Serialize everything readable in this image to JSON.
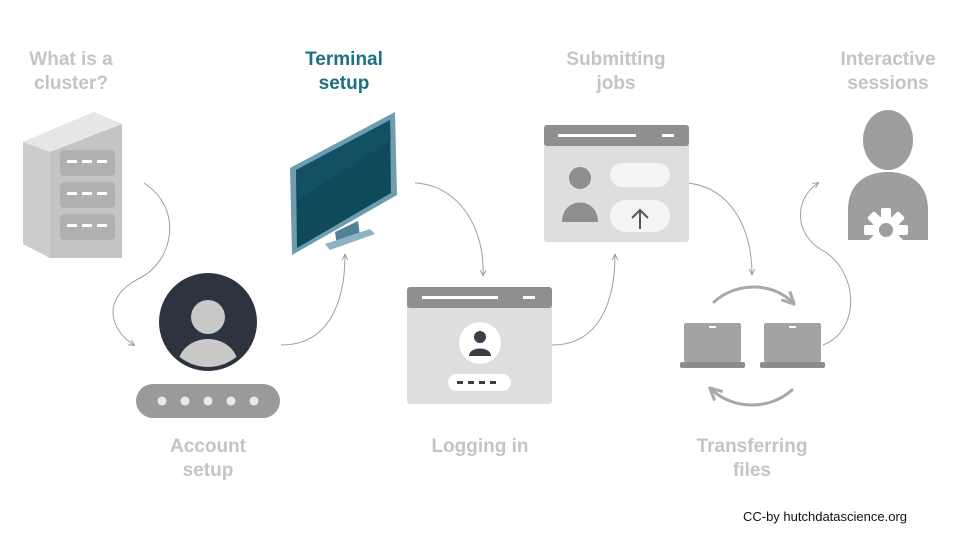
{
  "steps": {
    "cluster": "What is a\ncluster?",
    "account": "Account\nsetup",
    "terminal": "Terminal\nsetup",
    "login": "Logging in",
    "submit": "Submitting\njobs",
    "transfer": "Transferring\nfiles",
    "interactive": "Interactive\nsessions"
  },
  "active_step": "terminal",
  "credit": "CC-by hutchdatascience.org",
  "colors": {
    "active": "#1e6f86",
    "inactive": "#c4c4c4",
    "icon": "#9e9e9e",
    "panel": "#dedede"
  }
}
